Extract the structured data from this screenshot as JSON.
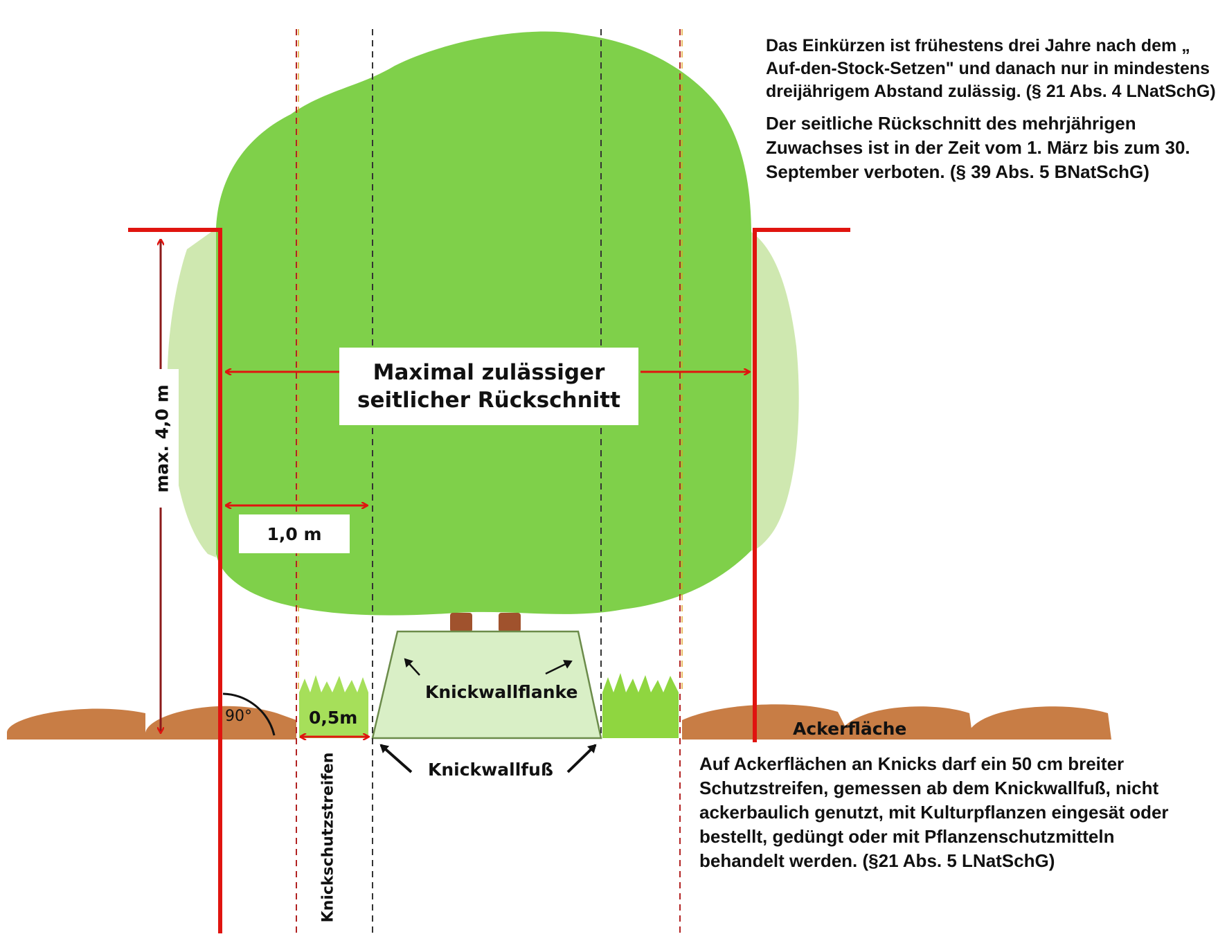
{
  "texts": {
    "note_top_1": "Das Einkürzen ist frühestens drei Jahre nach dem „ Auf-den-Stock-Setzen\" und danach nur in mindestens dreijährigem Abstand zulässig. (§ 21 Abs. 4 LNatSchG)",
    "note_top_2": "Der seitliche Rückschnitt des mehrjährigen Zuwachses ist in der Zeit vom 1. März bis zum 30. September verboten. (§ 39 Abs. 5 BNatSchG)",
    "note_bottom": "Auf Ackerflächen an Knicks darf ein 50 cm breiter Schutzstreifen, gemessen ab dem Knickwallfuß, nicht ackerbaulich genutzt, mit Kulturpflanzen eingesät oder bestellt, gedüngt oder mit Pflanzenschutzmitteln behandelt werden. (§21 Abs. 5 LNatSchG)",
    "max_cut_line1": "Maximal zulässiger",
    "max_cut_line2": "seitlicher Rückschnitt",
    "height_label": "max. 4,0 m",
    "width_1m": "1,0 m",
    "strip_05m": "0,5m",
    "angle": "90°",
    "wall_flank": "Knickwallflanke",
    "wall_foot": "Knickwallfuß",
    "protection_strip": "Knickschutzstreifen",
    "field": "Ackerfläche"
  },
  "colors": {
    "crown": "#7fd04a",
    "crown_light": "#cfe8b0",
    "red": "#e0140f",
    "dark_red": "#8b1a1a",
    "soil": "#c87d45",
    "grass": "#8fd640",
    "wall": "#d9efc6",
    "wall_border": "#6b8b4a",
    "trunk": "#a0522d"
  }
}
